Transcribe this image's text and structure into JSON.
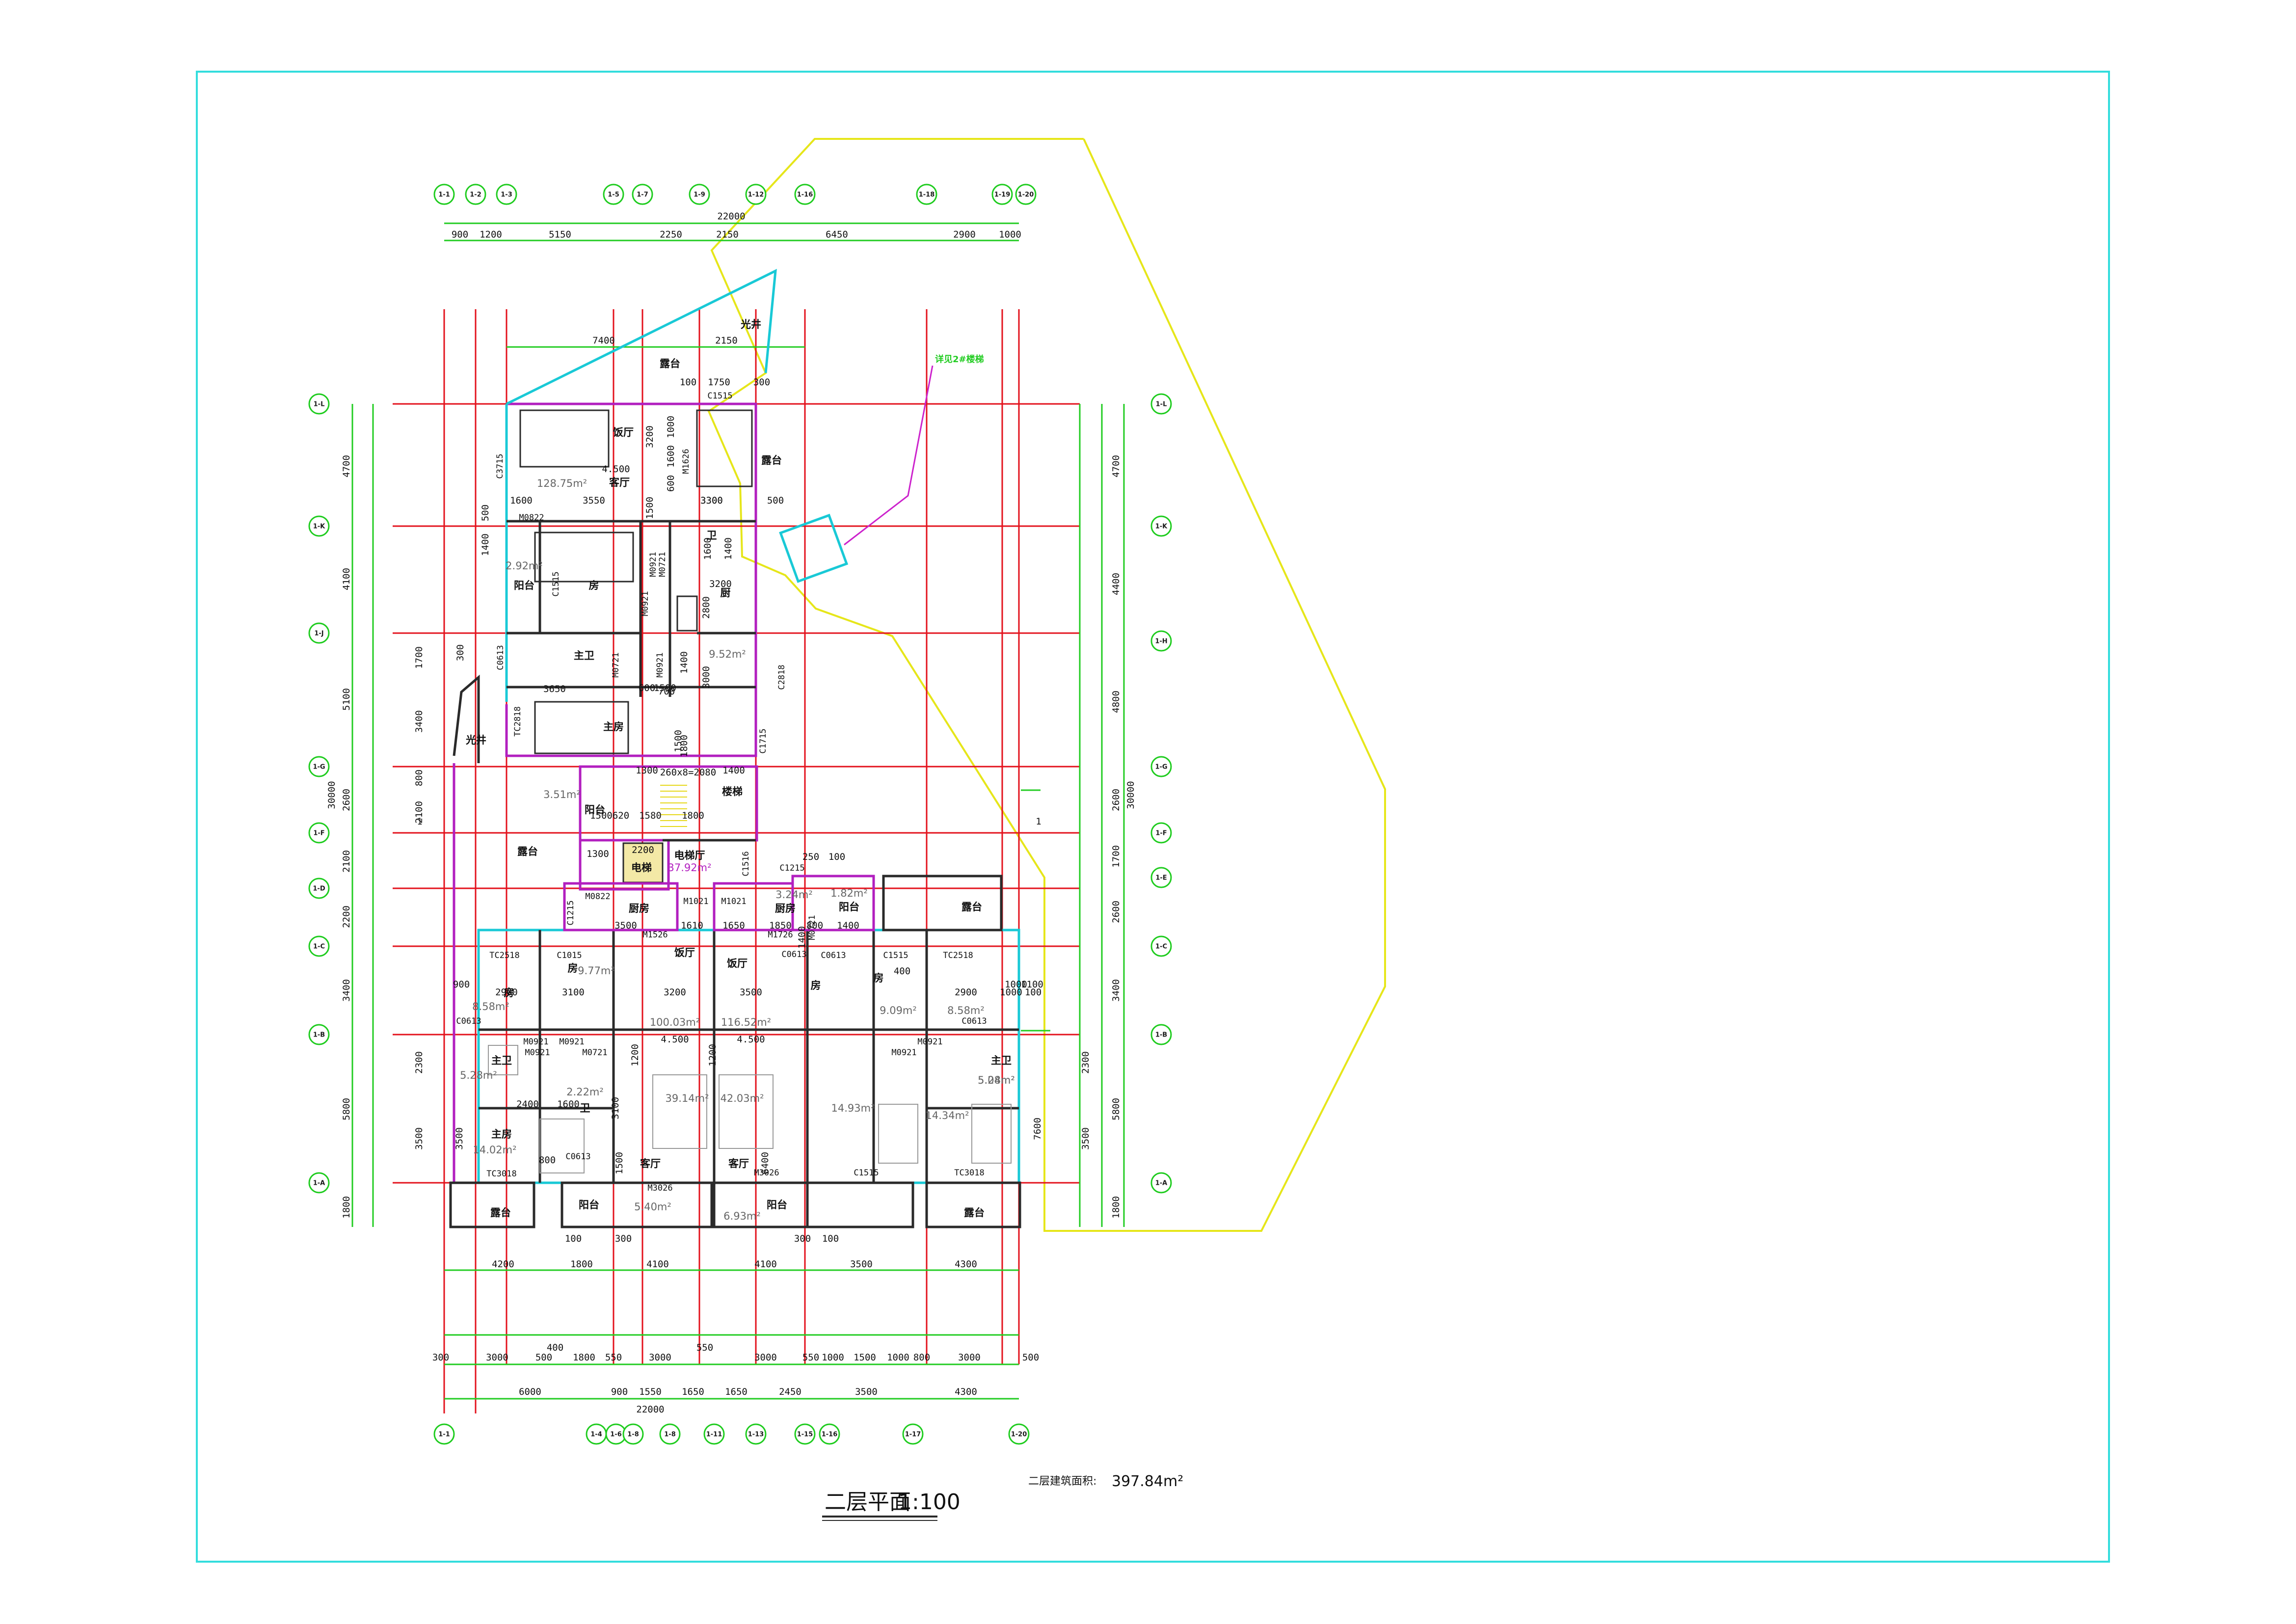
{
  "drawing": {
    "title": "二层平面",
    "scale": "1:100",
    "area_label": "二层建筑面积:",
    "area_value": "397.84m²",
    "note_stair": "详见2#楼梯"
  },
  "colors": {
    "frame": "#33dddd",
    "grid_line": "#e3121c",
    "dimension": "#22cc22",
    "wall": "#2a2a2a",
    "window_wall": "#19c9d6",
    "partition": "#b21fbf",
    "site_boundary": "#e6e61a"
  },
  "axes": {
    "top": [
      "1-1",
      "1-2",
      "1-3",
      "1-5",
      "1-7",
      "1-9",
      "1-12",
      "1-16",
      "1-18",
      "1-19",
      "1-20"
    ],
    "bottom": [
      "1-1",
      "1-4",
      "1-6",
      "1-8",
      "1-8",
      "1-11",
      "1-13",
      "1-15",
      "1-16",
      "1-17",
      "1-20"
    ],
    "left": [
      "1-L",
      "1-K",
      "1-J",
      "1-G",
      "1-F",
      "1-D",
      "1-C",
      "1-B",
      "1-A"
    ],
    "right": [
      "1-L",
      "1-K",
      "1-H",
      "1-G",
      "1-F",
      "1-E",
      "1-C",
      "1-B",
      "1-A"
    ]
  },
  "dims": {
    "top_total": "22000",
    "top_segments": [
      "900",
      "1200",
      "5150",
      "2250",
      "2150",
      "6450",
      "2900",
      "1000"
    ],
    "top_inner": [
      "7400",
      "2150",
      "100",
      "1750",
      "300",
      "1600",
      "3550",
      "3300",
      "500"
    ],
    "bottom_row1": [
      "4200",
      "1800",
      "4100",
      "4100",
      "3500",
      "4300"
    ],
    "bottom_row1_small": [
      "100",
      "300",
      "300",
      "100"
    ],
    "bottom_row2": [
      "300",
      "3000",
      "500",
      "400",
      "1800",
      "550",
      "3000",
      "550",
      "3000",
      "550",
      "1000",
      "1500",
      "1000",
      "800",
      "3000",
      "500"
    ],
    "bottom_row3": [
      "6000",
      "900",
      "1550",
      "1650",
      "1650",
      "2450",
      "3500",
      "4300"
    ],
    "bottom_total": "22000",
    "left_outer": [
      "4700",
      "4100",
      "5100",
      "2600",
      "2100",
      "2200",
      "3400",
      "5800",
      "1800"
    ],
    "left_total": "30000",
    "left_inner": [
      "1700",
      "3400",
      "800",
      "2100",
      "2300",
      "3500",
      "500",
      "1400",
      "300"
    ],
    "right_inner": [
      "4700",
      "4400",
      "4800",
      "2600",
      "1700",
      "2600",
      "3400",
      "5800",
      "1800"
    ],
    "right_total": "30000",
    "right_outer": [
      "2300",
      "3500",
      "7600"
    ],
    "section_mark": "1"
  },
  "rooms": [
    {
      "label": "露台"
    },
    {
      "label": "光井"
    },
    {
      "label": "饭厅"
    },
    {
      "label": "客厅"
    },
    {
      "label": "露台"
    },
    {
      "label": "阳台"
    },
    {
      "label": "房"
    },
    {
      "label": "主卫"
    },
    {
      "label": "厨"
    },
    {
      "label": "主房"
    },
    {
      "label": "光井"
    },
    {
      "label": "阳台"
    },
    {
      "label": "楼梯"
    },
    {
      "label": "露台"
    },
    {
      "label": "电梯"
    },
    {
      "label": "电梯厅"
    },
    {
      "label": "厨房"
    },
    {
      "label": "厨房"
    },
    {
      "label": "阳台"
    },
    {
      "label": "露台"
    },
    {
      "label": "饭厅"
    },
    {
      "label": "饭厅"
    },
    {
      "label": "房"
    },
    {
      "label": "房"
    },
    {
      "label": "房"
    },
    {
      "label": "房"
    },
    {
      "label": "主卫"
    },
    {
      "label": "主卫"
    },
    {
      "label": "卫"
    },
    {
      "label": "主房"
    },
    {
      "label": "客厅"
    },
    {
      "label": "客厅"
    },
    {
      "label": "露台"
    },
    {
      "label": "阳台"
    },
    {
      "label": "阳台"
    },
    {
      "label": "露台"
    },
    {
      "label": "卫"
    }
  ],
  "areas": [
    "128.75m²",
    "2.92m²",
    "9.52m²",
    "3.51m²",
    "37.92m²",
    "1.82m²",
    "5.28m²",
    "9.77m²",
    "8.58m²",
    "100.03m²",
    "116.52m²",
    "9.09m²",
    "8.58m²",
    "5.28m²",
    "2.22m²",
    "39.14m²",
    "42.03m²",
    "14.93m²",
    "14.34m²",
    "5.04m²",
    "14.02m²",
    "5.40m²",
    "6.93m²",
    "3.24m²"
  ],
  "levels": [
    "4.500",
    "4.500",
    "4.500"
  ],
  "openings": [
    "C1515",
    "C3715",
    "M1626",
    "M0822",
    "M0721",
    "M0921",
    "C1515",
    "C0613",
    "M0921",
    "M0721",
    "M0921",
    "C2818",
    "TC2818",
    "C1715",
    "M0822",
    "C1215",
    "M1526",
    "M1021",
    "M1021",
    "M1726",
    "C1516",
    "C1215",
    "M0721",
    "C1015",
    "TC2518",
    "C0613",
    "M0921",
    "M0921",
    "C1515",
    "TC2518",
    "C0613",
    "M0921",
    "M0921",
    "M0721",
    "M0921",
    "C0613",
    "TC3018",
    "M3026",
    "M3026",
    "C1515",
    "TC3018",
    "C0613",
    "C0613"
  ],
  "stair_text": "260x8=2080",
  "misc_dims": [
    "3200",
    "1600",
    "1000",
    "600",
    "1500",
    "3300",
    "1600",
    "1400",
    "3200",
    "2800",
    "1500",
    "3000",
    "1400",
    "1500",
    "600",
    "700",
    "1800",
    "3650",
    "1300",
    "620",
    "1580",
    "1800",
    "1400",
    "1500",
    "2200",
    "1300",
    "3500",
    "1610",
    "1650",
    "1850",
    "800",
    "1400",
    "2900",
    "3100",
    "3200",
    "3500",
    "2900",
    "1000",
    "100",
    "250",
    "100",
    "400",
    "1200",
    "1200",
    "2400",
    "1600",
    "3100",
    "3500",
    "800",
    "1500",
    "1400",
    "6400",
    "900",
    "1000",
    "1100"
  ]
}
